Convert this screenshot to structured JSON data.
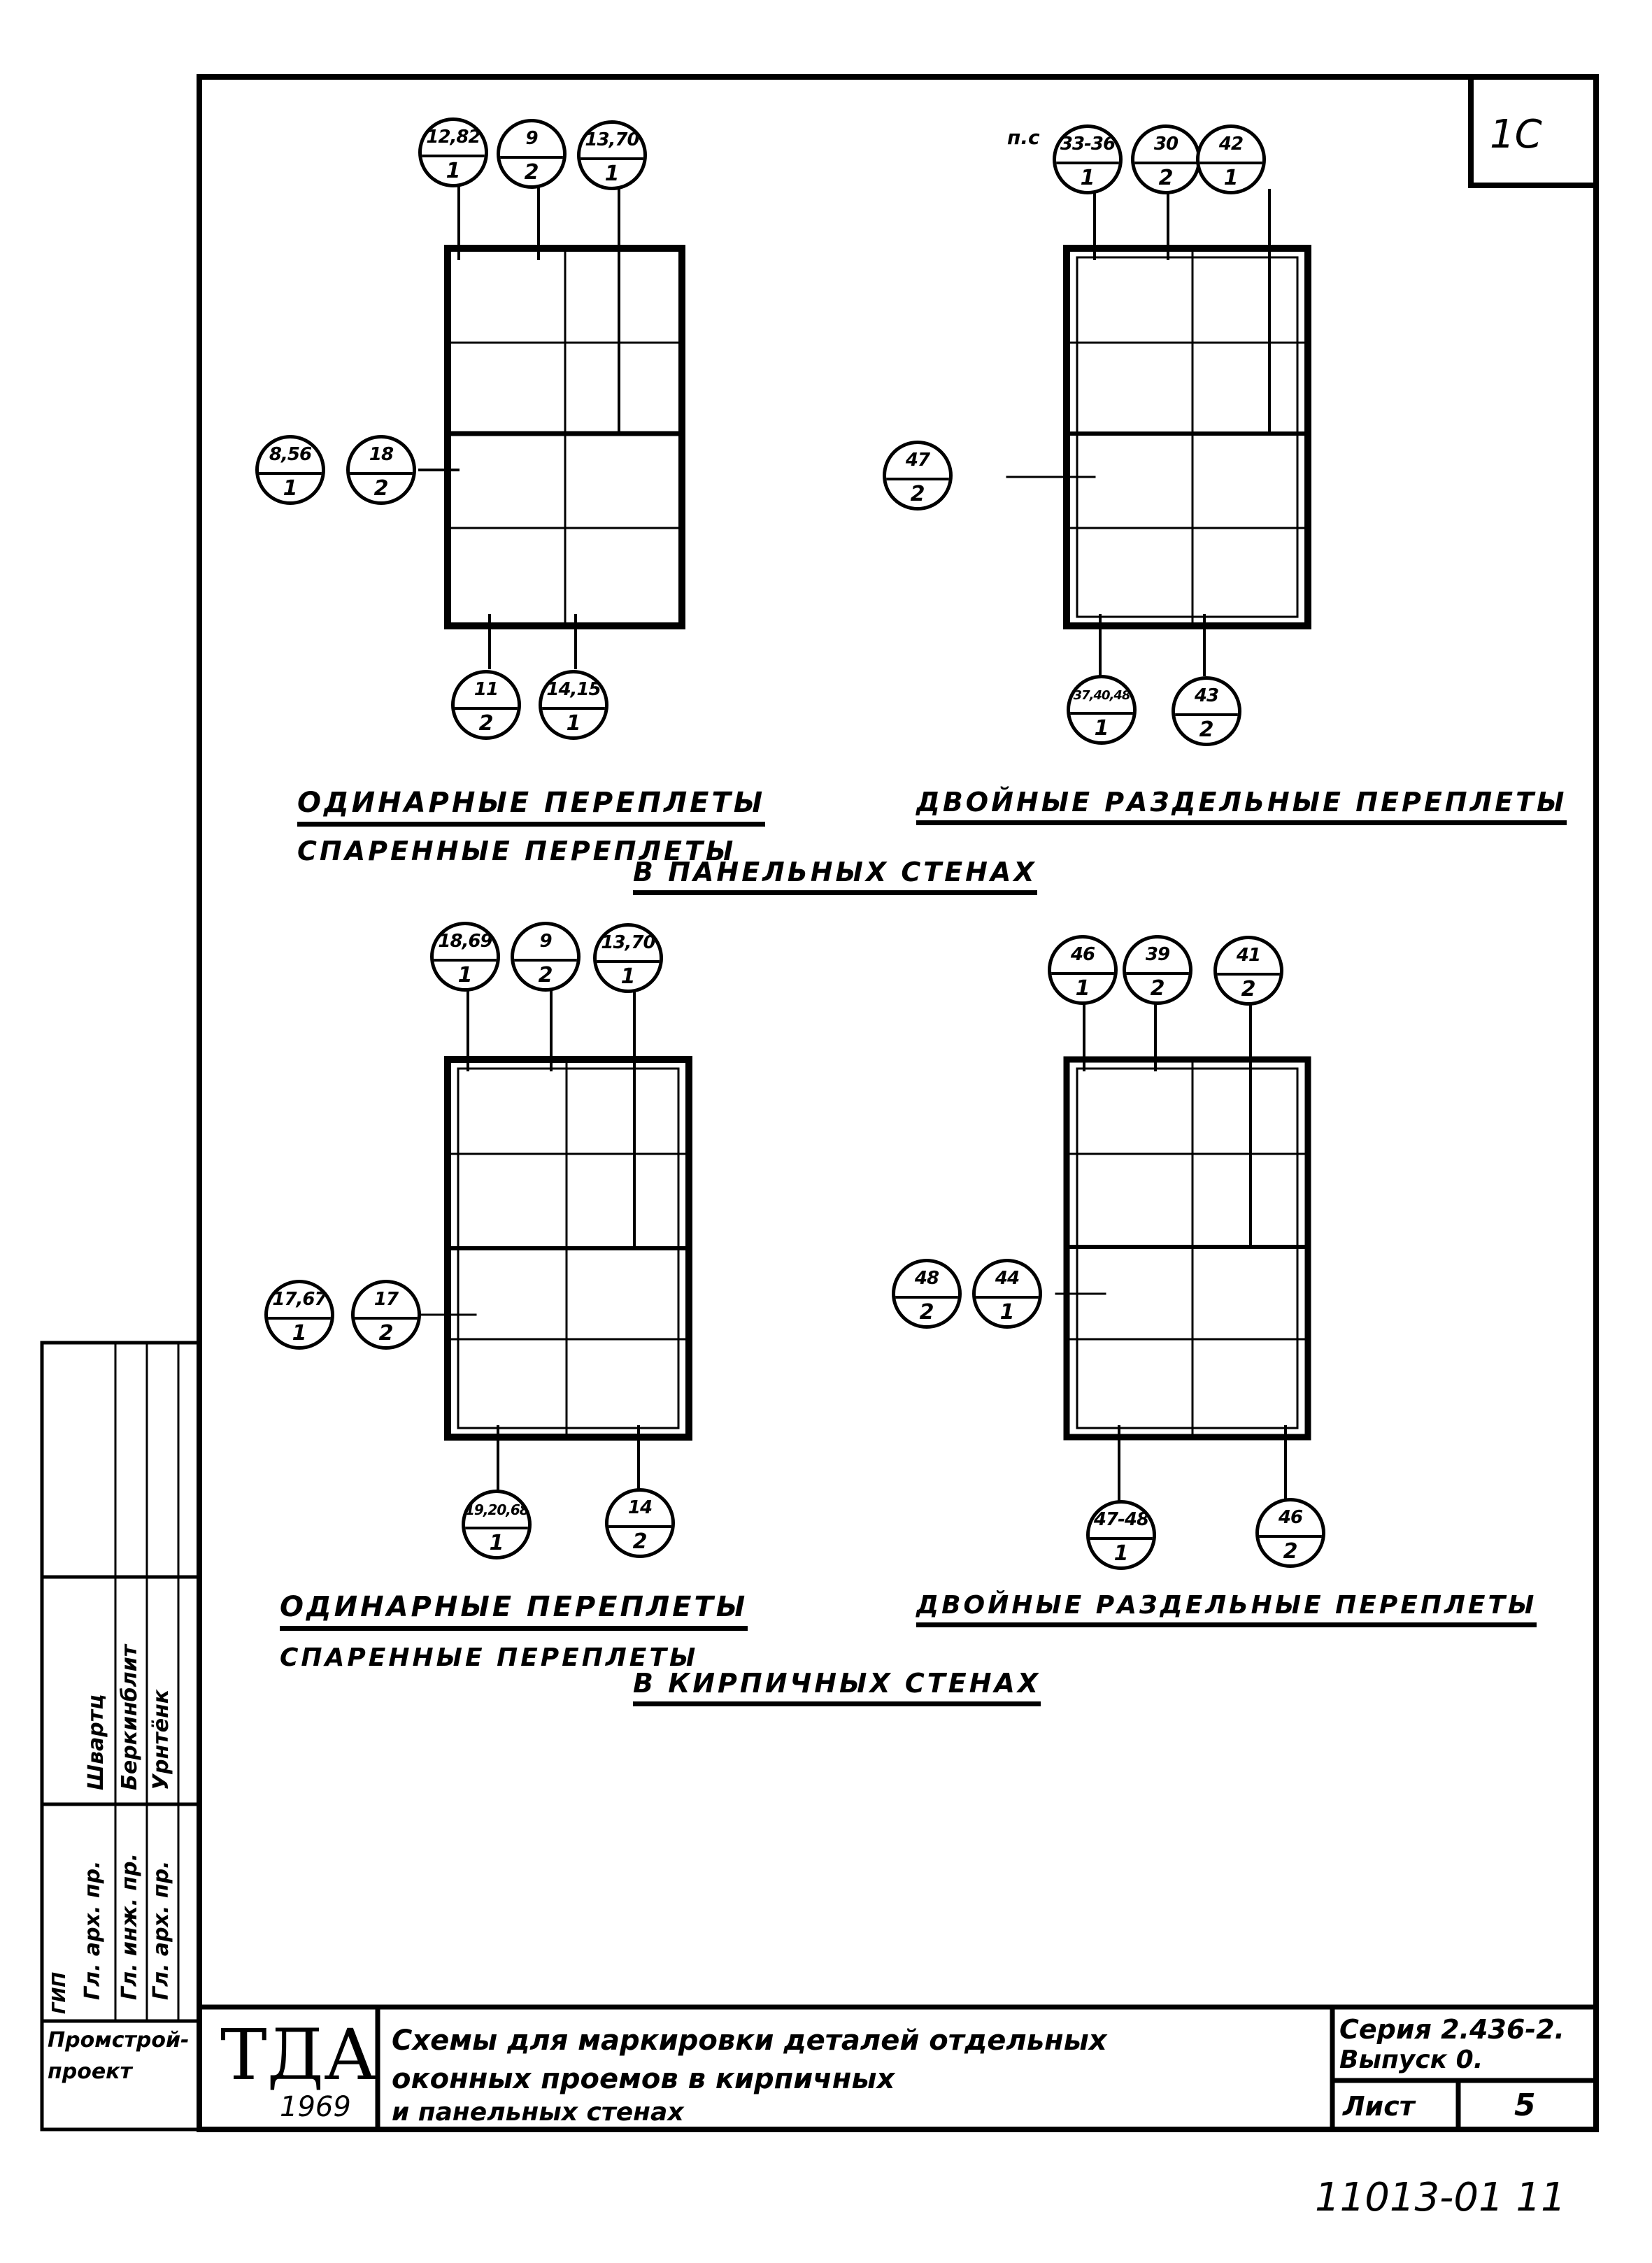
{
  "sheet": {
    "corner_mark": "1С",
    "document_number": "11013-01 11"
  },
  "schemes": [
    {
      "id": "panel-single",
      "markers": {
        "top": [
          {
            "num": "12,82",
            "den": "1"
          },
          {
            "num": "9",
            "den": "2"
          },
          {
            "num": "13,70",
            "den": "1"
          }
        ],
        "left": [
          {
            "num": "8,56",
            "den": "1"
          },
          {
            "num": "18",
            "den": "2"
          }
        ],
        "bottom": [
          {
            "num": "11",
            "den": "2"
          },
          {
            "num": "14,15",
            "den": "1"
          }
        ]
      }
    },
    {
      "id": "panel-double",
      "prefix": "п.с",
      "markers": {
        "top": [
          {
            "num": "33-36",
            "den": "1"
          },
          {
            "num": "30",
            "den": "2"
          },
          {
            "num": "42",
            "den": "1"
          }
        ],
        "left": [
          {
            "num": "47",
            "den": "2"
          }
        ],
        "bottom": [
          {
            "num": "37,40,48",
            "den": "1"
          },
          {
            "num": "43",
            "den": "2"
          }
        ]
      }
    },
    {
      "id": "brick-single",
      "markers": {
        "top": [
          {
            "num": "18,69",
            "den": "1"
          },
          {
            "num": "9",
            "den": "2"
          },
          {
            "num": "13,70",
            "den": "1"
          }
        ],
        "left": [
          {
            "num": "17,67",
            "den": "1"
          },
          {
            "num": "17",
            "den": "2"
          }
        ],
        "bottom": [
          {
            "num": "19,20,68",
            "den": "1"
          },
          {
            "num": "14",
            "den": "2"
          }
        ]
      }
    },
    {
      "id": "brick-double",
      "markers": {
        "top": [
          {
            "num": "46",
            "den": "1"
          },
          {
            "num": "39",
            "den": "2"
          },
          {
            "num": "41",
            "den": "2"
          }
        ],
        "left": [
          {
            "num": "48",
            "den": "2"
          },
          {
            "num": "44",
            "den": "1"
          }
        ],
        "bottom": [
          {
            "num": "47-48",
            "den": "1"
          },
          {
            "num": "46",
            "den": "2"
          }
        ]
      }
    }
  ],
  "captions": {
    "panel": {
      "single": "Одинарные переплеты",
      "paired": "Спаренные переплеты",
      "double": "Двойные раздельные переплеты",
      "group": "В панельных стенах"
    },
    "brick": {
      "single": "Одинарные переплеты",
      "paired": "Спаренные переплеты",
      "double": "Двойные раздельные переплеты",
      "group": "В кирпичных стенах"
    }
  },
  "title_block": {
    "logo": "ТДА",
    "year": "1969",
    "title_line1": "Схемы для маркировки деталей отдельных",
    "title_line2": "оконных проемов в кирпичных",
    "title_line3": "и панельных стенах",
    "series": "Серия 2.436-2.",
    "issue": "Выпуск 0.",
    "sheet_label": "Лист",
    "sheet_number": "5",
    "organization_line1": "Промстрой-",
    "organization_line2": "проект"
  },
  "signature_block": {
    "roles": [
      "ГИП",
      "Гл. арх. пр.",
      "Гл. инж. пр.",
      "Гл. арх. пр."
    ],
    "names": [
      "Швартц",
      "Беркинблит",
      "Урнтёнк"
    ]
  }
}
